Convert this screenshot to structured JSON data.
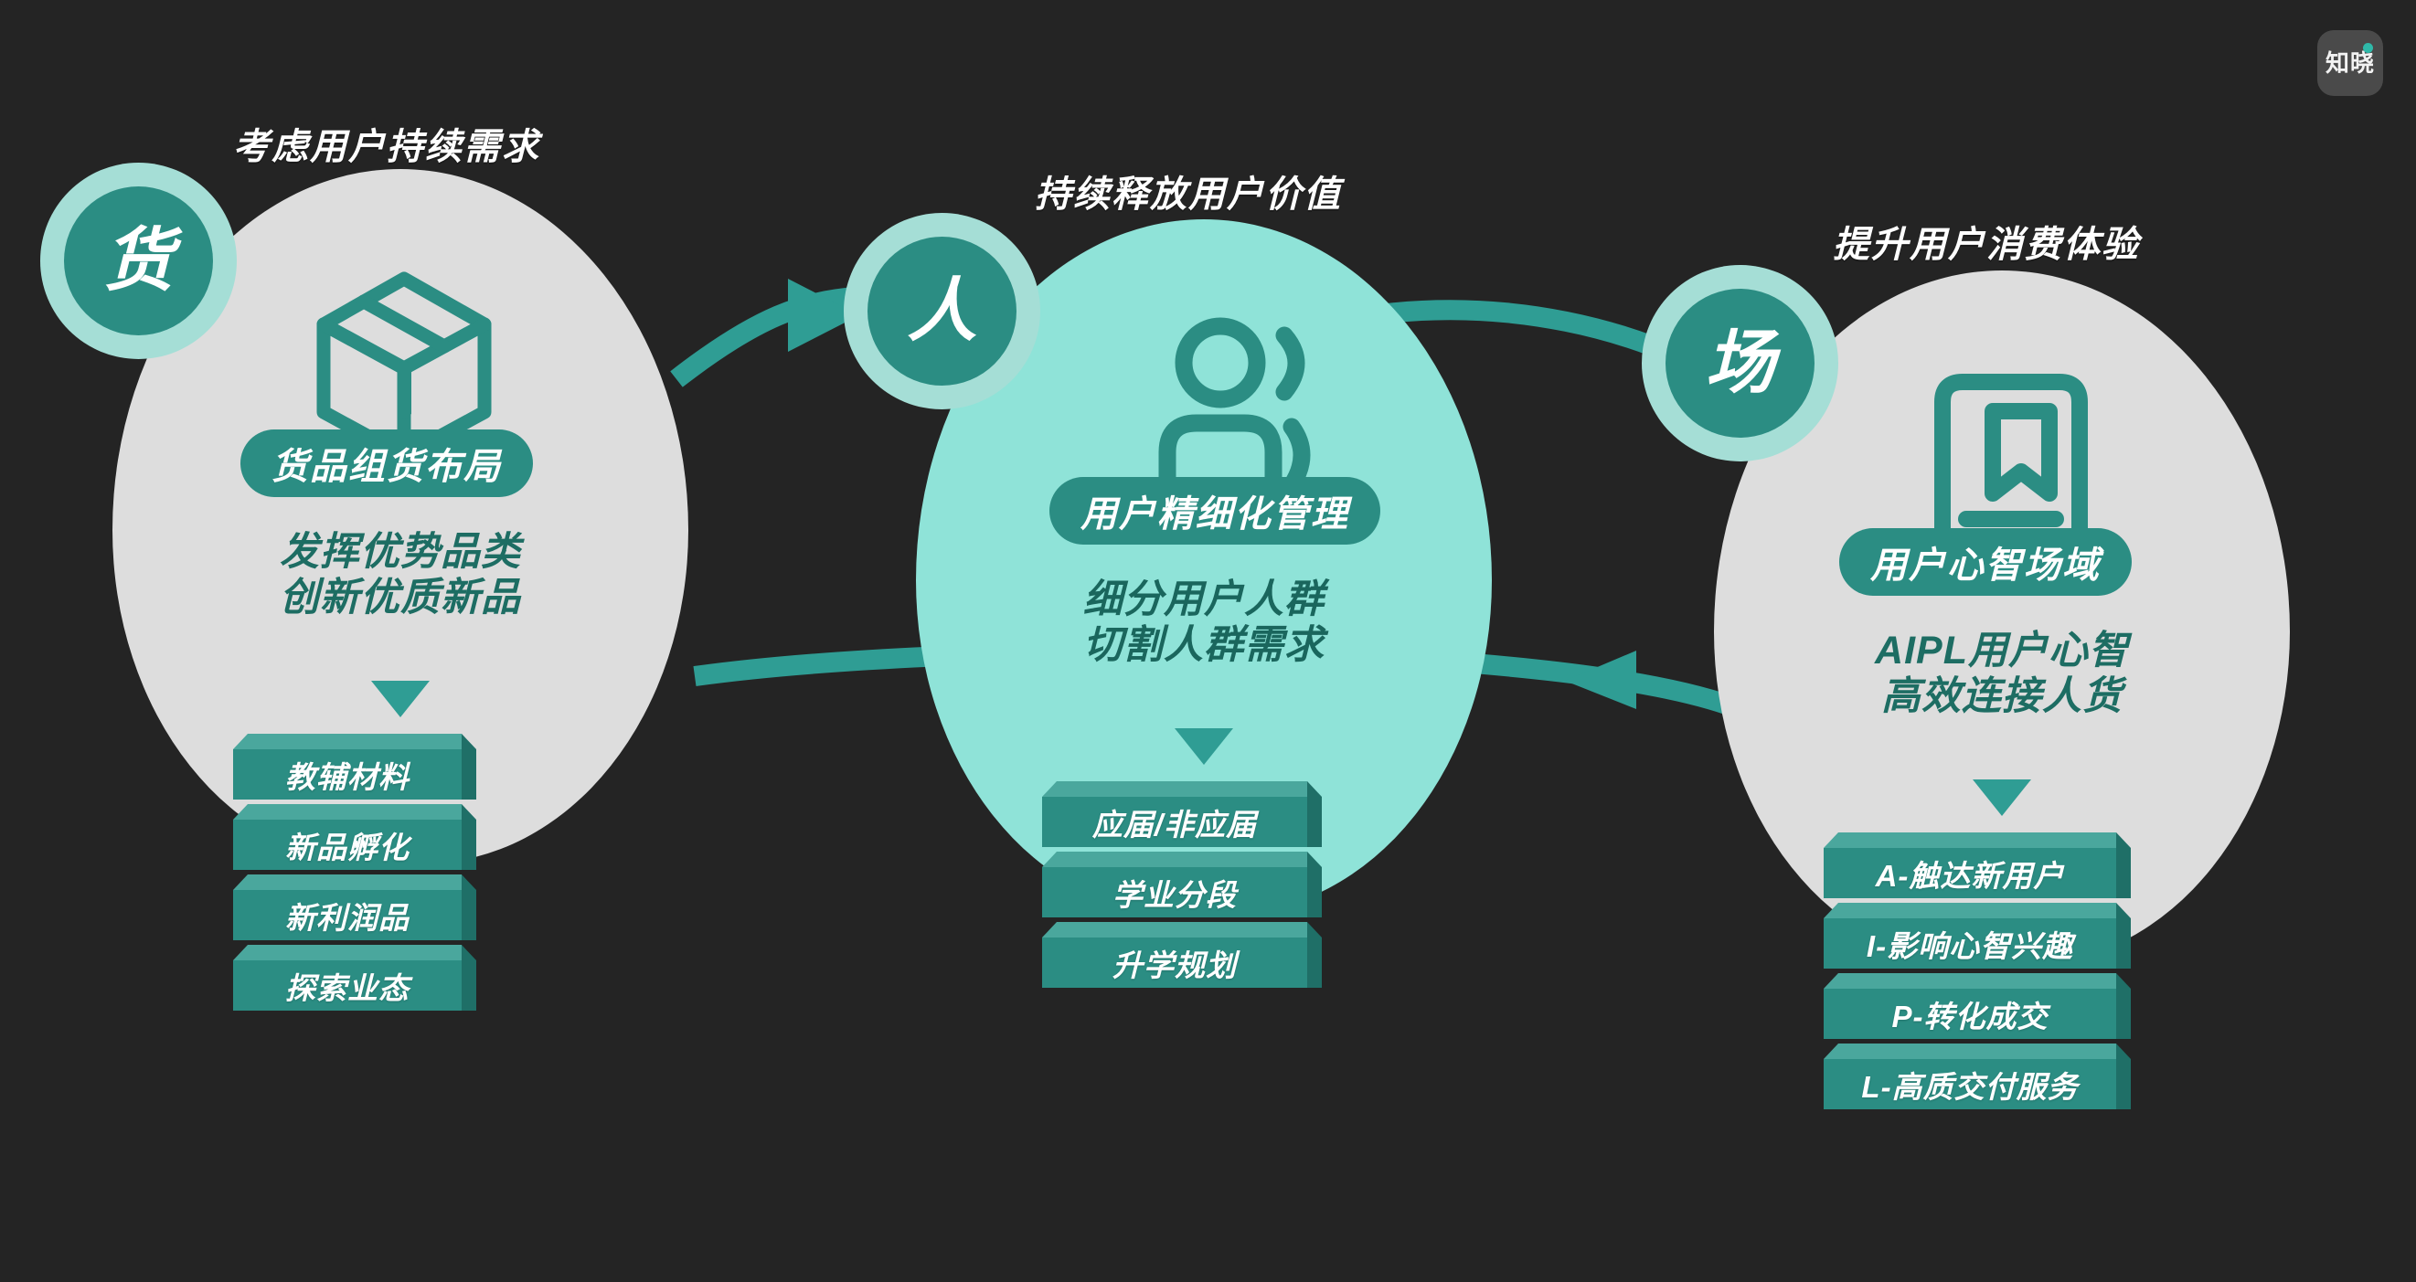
{
  "background_color": "#242424",
  "palette": {
    "teal": "#2b8d83",
    "teal_light": "#4aa79d",
    "teal_dark": "#1f6f67",
    "mint": "#8fe3d8",
    "mint_pale": "#a5ded6",
    "grey_blob": "#dddddd",
    "text_dark_teal": "#1d6d63",
    "white": "#ffffff",
    "arrow": "#2f9d94"
  },
  "watermark": {
    "text": "知晓",
    "dot_color": "#2fb9a9"
  },
  "columns": [
    {
      "id": "goods",
      "headline": "考虑用户持续需求",
      "badge_char": "货",
      "icon": "package-box-icon",
      "blob_style": "grey",
      "pill_label": "货品组货布局",
      "desc_lines": [
        "发挥优势品类",
        "创新优质新品"
      ],
      "arrow_icon": "triangle-down-icon",
      "items": [
        "教辅材料",
        "新品孵化",
        "新利润品",
        "探索业态"
      ]
    },
    {
      "id": "people",
      "headline": "持续释放用户价值",
      "badge_char": "人",
      "icon": "user-profile-icon",
      "blob_style": "mint",
      "pill_label": "用户精细化管理",
      "desc_lines": [
        "细分用户人群",
        "切割人群需求"
      ],
      "arrow_icon": "triangle-down-icon",
      "items": [
        "应届/非应届",
        "学业分段",
        "升学规划"
      ]
    },
    {
      "id": "place",
      "headline": "提升用户消费体验",
      "badge_char": "场",
      "icon": "bookmark-page-icon",
      "blob_style": "grey",
      "pill_label": "用户心智场域",
      "desc_lines": [
        "AIPL用户心智",
        "高效连接人货"
      ],
      "arrow_icon": "triangle-down-icon",
      "items": [
        "A-触达新用户",
        "I-影响心智兴趣",
        "P-转化成交",
        "L-高质交付服务"
      ]
    }
  ],
  "connectors": [
    {
      "id": "goods-to-people",
      "from": "goods",
      "to": "people",
      "direction": "right",
      "position": "top"
    },
    {
      "id": "people-to-place",
      "from": "people",
      "to": "place",
      "direction": "right",
      "position": "top"
    },
    {
      "id": "place-to-goods",
      "from": "place",
      "to": "goods",
      "direction": "left",
      "position": "bottom"
    }
  ]
}
